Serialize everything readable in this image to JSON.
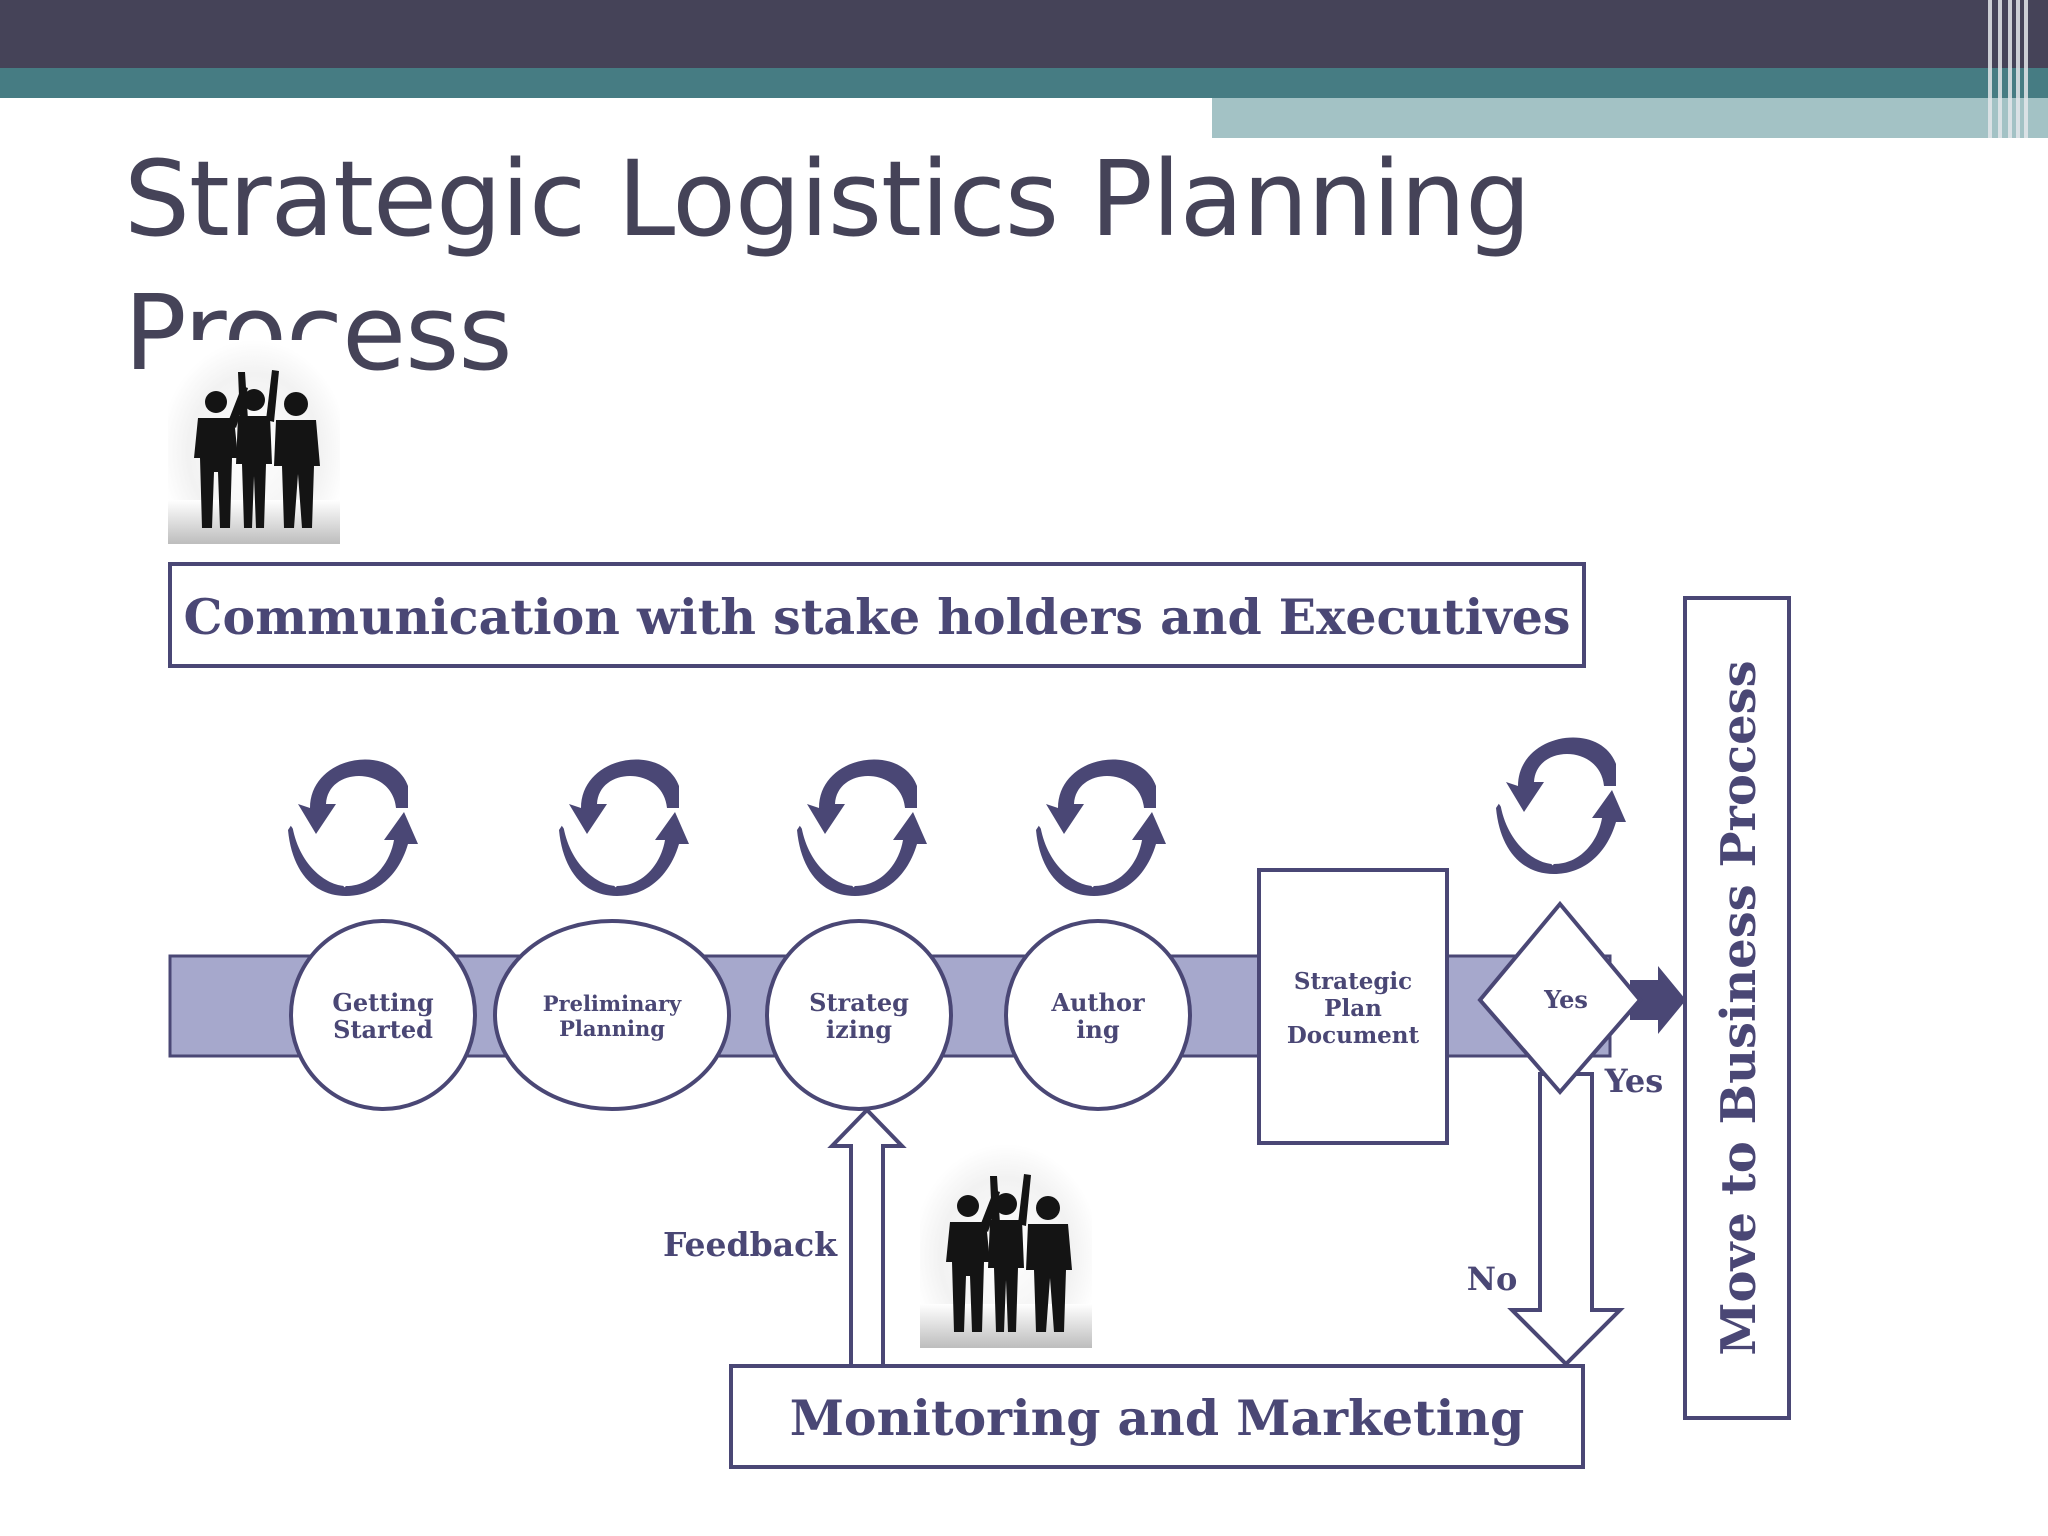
{
  "slide": {
    "title": "Strategic Logistics Planning Process"
  },
  "diagram": {
    "top_box_label": "Communication with stake holders and Executives",
    "bottom_box_label": "Monitoring and Marketing",
    "side_box_label": "Move to Business Process",
    "stages": [
      {
        "line1": "Getting",
        "line2": "Started"
      },
      {
        "line1": "Preliminary",
        "line2": "Planning"
      },
      {
        "line1": "Strateg",
        "line2": "izing"
      },
      {
        "line1": "Author",
        "line2": "ing"
      }
    ],
    "document_box": {
      "line1": "Strategic",
      "line2": "Plan",
      "line3": "Document"
    },
    "decision_label": "Yes",
    "yes_label": "Yes",
    "no_label": "No",
    "feedback_label": "Feedback"
  },
  "colors": {
    "primary": "#4a4775",
    "band": "#a6a8cc",
    "title": "#454358",
    "header_dark": "#454358",
    "header_teal": "#467c83",
    "header_light": "#a3c2c5"
  },
  "icons": [
    "people-silhouette-icon",
    "cycle-arrows-icon"
  ]
}
